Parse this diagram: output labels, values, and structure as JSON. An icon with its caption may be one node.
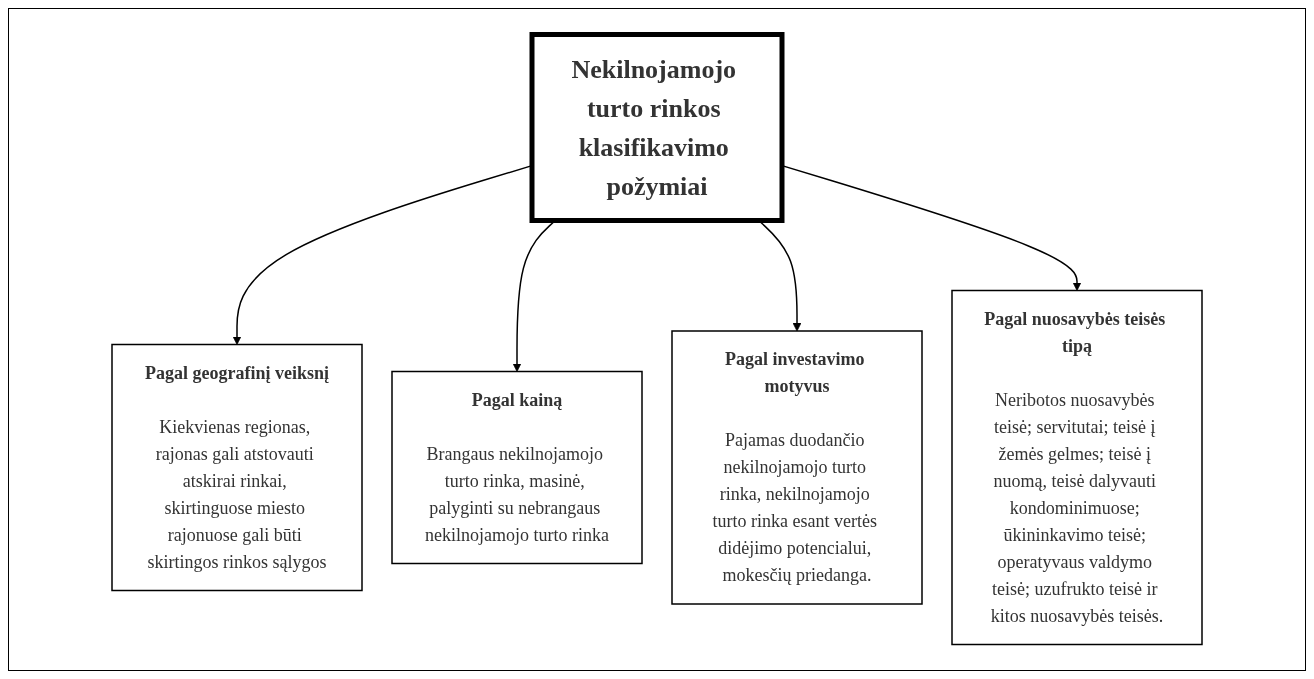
{
  "diagram": {
    "nodes": [
      {
        "text": [
          "Nekilnojamojo turto rinkos klasifikavimo požymiai"
        ]
      },
      {
        "text": [
          "Pagal geografinį veiksnį",
          "Kiekvienas regionas, rajonas gali atstovauti atskirai rinkai, skirtinguose miesto rajonuose gali būti skirtingos rinkos sąlygos"
        ]
      },
      {
        "text": [
          "Pagal kainą",
          "Brangaus nekilnojamojo turto rinka, masinė, palyginti su nebrangaus nekilnojamojo turto rinka"
        ]
      },
      {
        "text": [
          "Pagal investavimo motyvus",
          "Pajamas duodančio nekilnojamojo turto rinka, nekilnojamojo turto rinka esant vertės didėjimo potencialui, mokesčių priedanga."
        ]
      },
      {
        "text": [
          "Pagal nuosavybės teisės tipą",
          "Neribotos nuosavybės teisė; servitutai; teisė į žemės gelmes; teisė į nuomą, teisė dalyvauti kondominimuose; ūkininkavimo teisė; operatyvaus valdymo teisė; uzufrukto teisė ir kitos nuosavybės teisės."
        ]
      }
    ],
    "edges": [
      {
        "from": 0,
        "to": 1,
        "arrow": "to"
      },
      {
        "from": 0,
        "to": 2,
        "arrow": "to"
      },
      {
        "from": 0,
        "to": 3,
        "arrow": "to"
      },
      {
        "from": 0,
        "to": 4,
        "arrow": "to"
      }
    ]
  }
}
